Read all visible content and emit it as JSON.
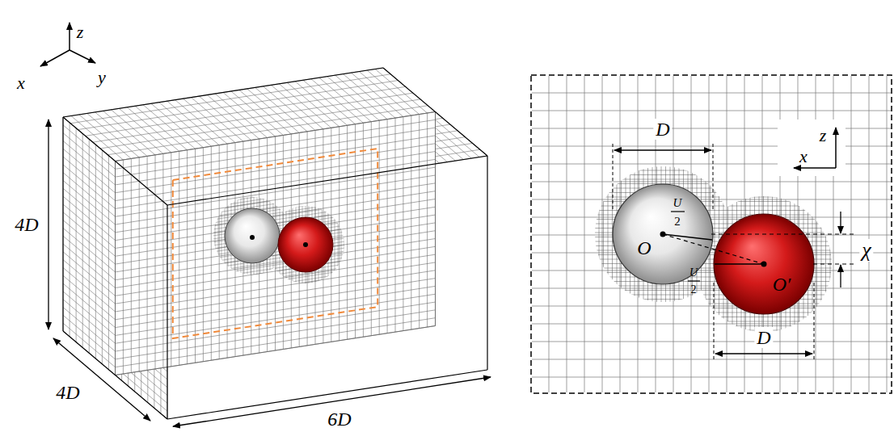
{
  "diagram": {
    "labels": [
      "z",
      "x",
      "y",
      "4D",
      "4D",
      "6D",
      "D",
      "D",
      "U",
      "2",
      "U",
      "2",
      "O",
      "O′",
      "χ",
      "z",
      "x"
    ]
  }
}
